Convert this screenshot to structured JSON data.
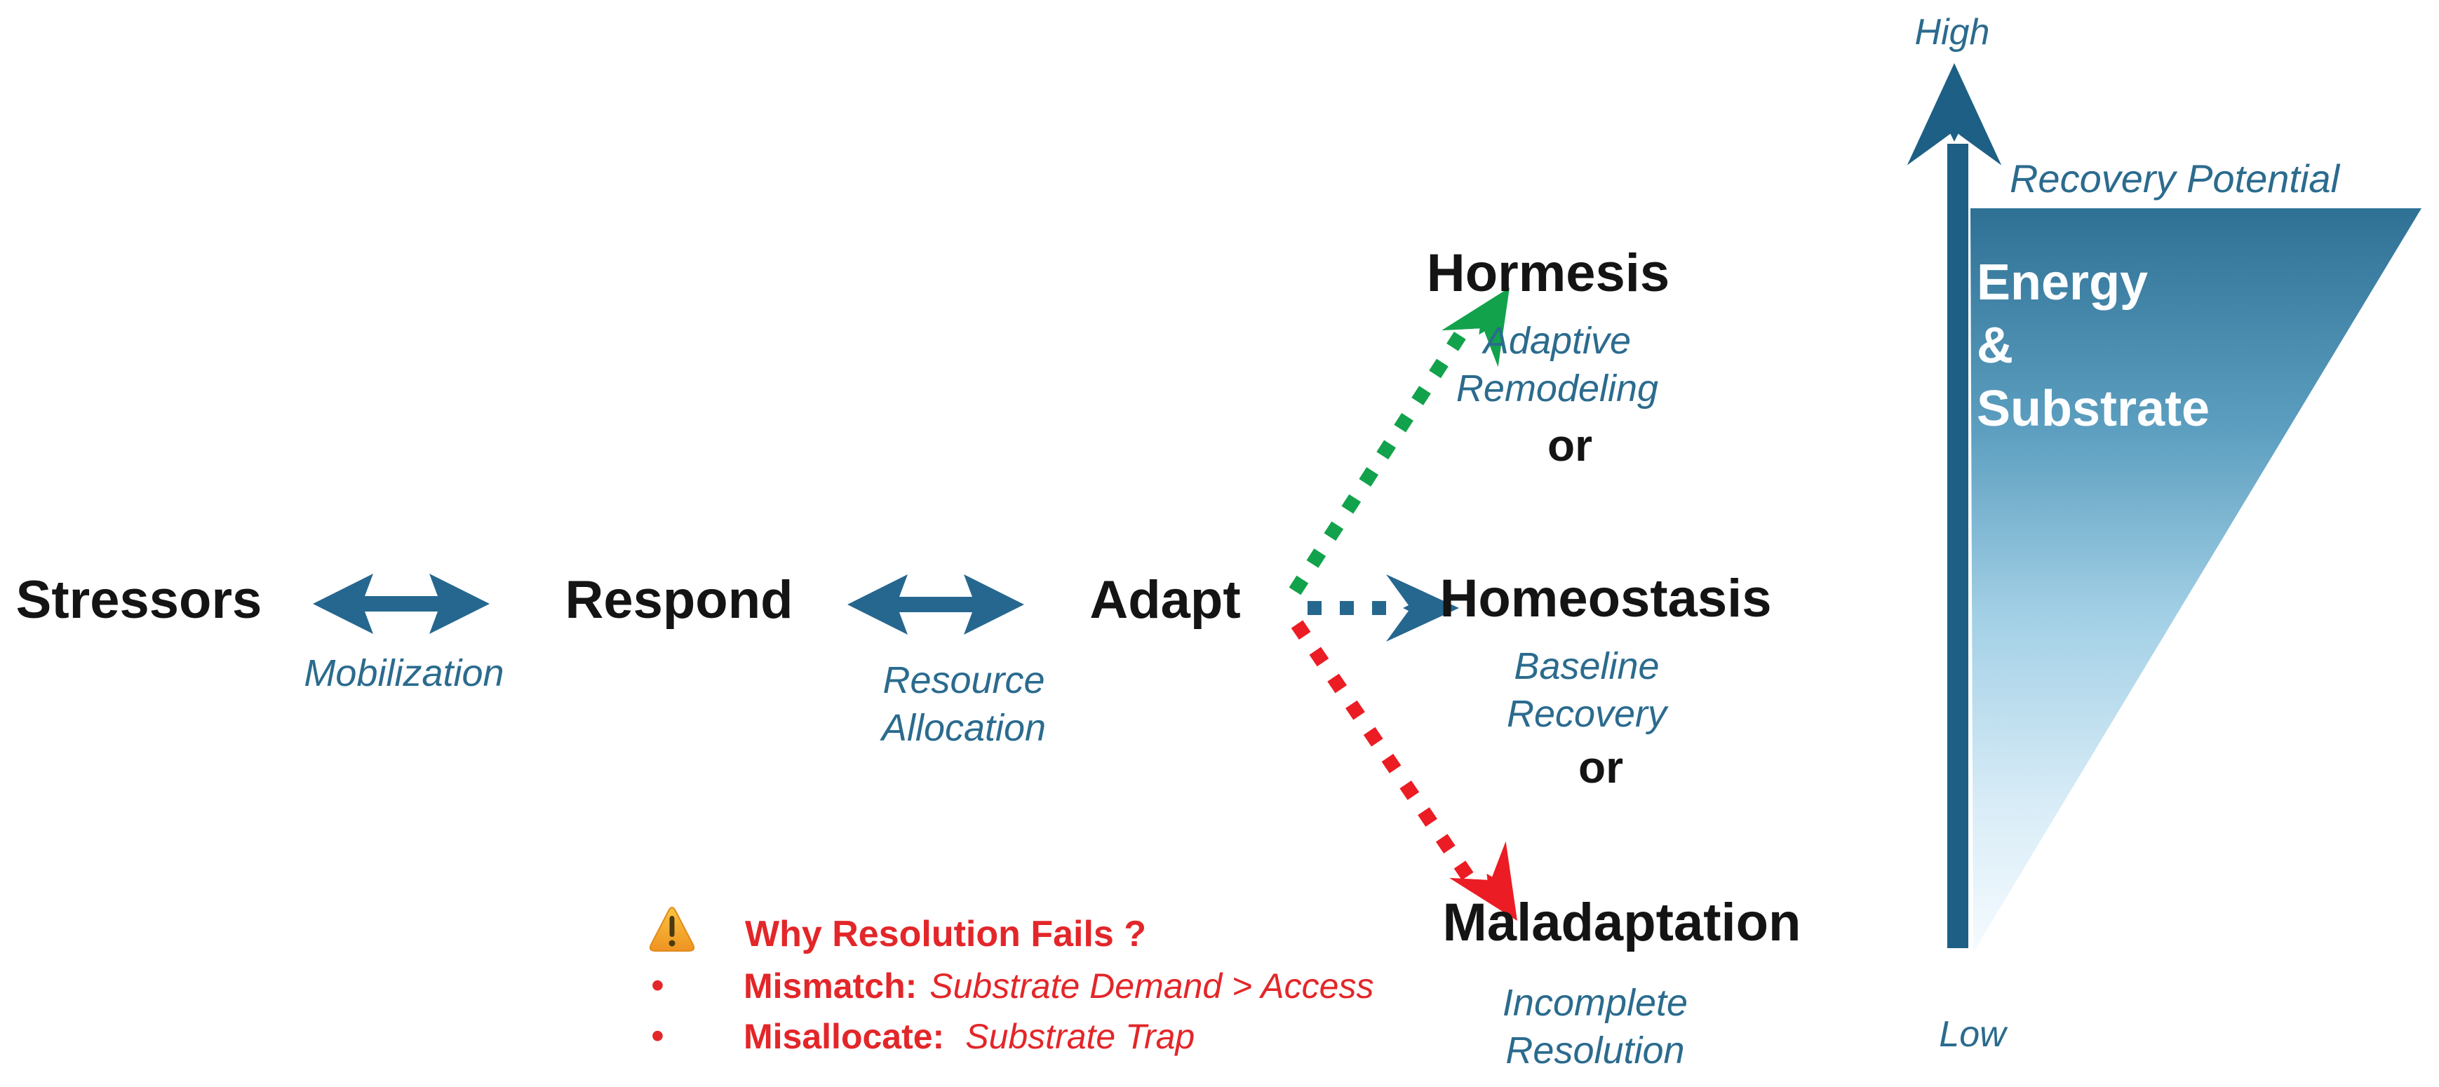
{
  "flow": {
    "stressors": "Stressors",
    "mobilization": "Mobilization",
    "respond": "Respond",
    "resource_line1": "Resource",
    "resource_line2": "Allocation",
    "adapt": "Adapt"
  },
  "outcomes": {
    "hormesis_title": "Hormesis",
    "hormesis_sub1": "Adaptive",
    "hormesis_sub2": "Remodeling",
    "or_1": "or",
    "homeostasis_title": "Homeostasis",
    "homeostasis_sub1": "Baseline",
    "homeostasis_sub2": "Recovery",
    "or_2": "or",
    "maladaptation_title": "Maladaptation",
    "maladaptation_sub1": "Incomplete",
    "maladaptation_sub2": "Resolution"
  },
  "axis": {
    "high": "High",
    "low": "Low",
    "title": "Recovery Potential",
    "triangle_line1": "Energy",
    "triangle_line2": "&",
    "triangle_line3": "Substrate"
  },
  "warning": {
    "title": "Why Resolution Fails ?",
    "bullets": [
      {
        "dot": "•",
        "term": "Mismatch:",
        "detail": "Substrate Demand > Access"
      },
      {
        "dot": "•",
        "term": "Misallocate:",
        "detail": "Substrate Trap"
      }
    ]
  },
  "icons": {
    "warning_icon": "warning-triangle",
    "green_arrow": "dotted-arrow-up-right",
    "blue_arrow": "dotted-arrow-right",
    "red_arrow": "dotted-arrow-down-right",
    "axis_arrow": "axis-arrow-up"
  },
  "colors": {
    "steel_blue": "#26678f",
    "steel_blue_dark": "#1d5f85",
    "teal_text": "#2b6b8e",
    "green": "#12a24c",
    "red": "#ec1c24",
    "warning_red": "#e32629",
    "text_black": "#141414",
    "triangle_top": "#2e7195",
    "triangle_bottom": "#f5fbfe",
    "warning_orange": "#f5a925"
  }
}
